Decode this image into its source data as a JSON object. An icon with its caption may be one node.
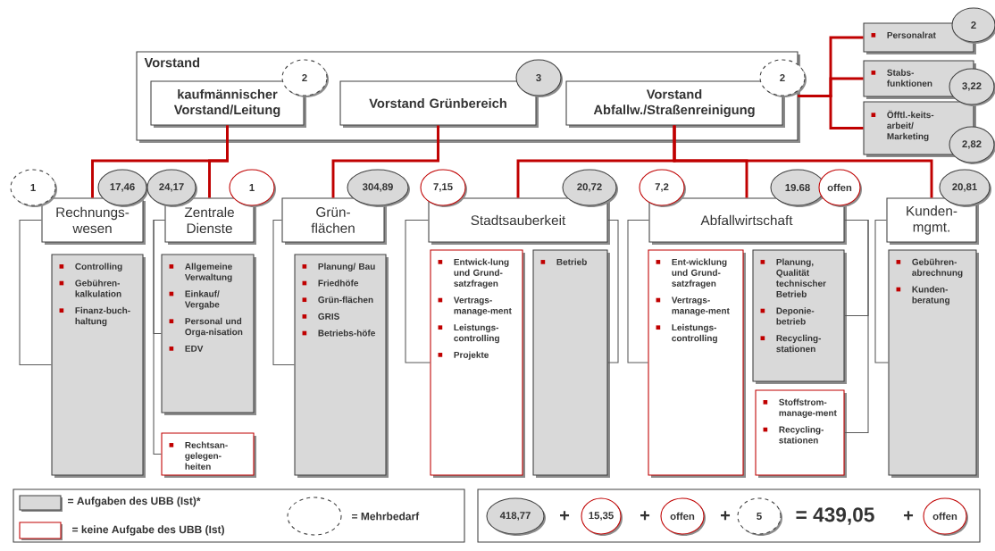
{
  "diagram": {
    "nodes": [
      {
        "text": [
          "Vorstand"
        ]
      },
      {
        "text": [
          "kaufmännischer Vorstand/Leitung"
        ],
        "in": 0
      },
      {
        "text": [
          "2"
        ],
        "in": 0
      },
      {
        "text": [
          "Vorstand Grünbereich"
        ],
        "in": 0
      },
      {
        "text": [
          "3"
        ],
        "in": 0
      },
      {
        "text": [
          "Vorstand Abfallw./Straßenreinigung"
        ],
        "in": 0
      },
      {
        "text": [
          "2"
        ]
      },
      {
        "text": [
          "Personalrat"
        ]
      },
      {
        "text": [
          "2"
        ]
      },
      {
        "text": [
          "Stabs-funktionen"
        ]
      },
      {
        "text": [
          "3,22"
        ]
      },
      {
        "text": [
          "Öfftl.-keits-arbeit/ Marketing"
        ]
      },
      {
        "text": [
          "2,82"
        ]
      },
      {
        "text": [
          "1"
        ]
      },
      {
        "text": [
          "17,46"
        ]
      },
      {
        "text": [
          "Rechnungs-wesen"
        ]
      },
      {
        "text": [
          "24,17"
        ]
      },
      {
        "text": [
          "1"
        ]
      },
      {
        "text": [
          "Zentrale Dienste"
        ]
      },
      {
        "text": [
          "Grün-flächen"
        ]
      },
      {
        "text": [
          "304,89"
        ]
      },
      {
        "text": [
          "7,15"
        ]
      },
      {
        "text": [
          "Stadtsauberkeit"
        ]
      },
      {
        "text": [
          "20,72"
        ]
      },
      {
        "text": [
          "7,2"
        ]
      },
      {
        "text": [
          "Abfallwirtschaft"
        ]
      },
      {
        "text": [
          "19.68"
        ]
      },
      {
        "text": [
          "offen"
        ]
      },
      {
        "text": [
          "Kunden-mgmt."
        ]
      },
      {
        "text": [
          "20,81"
        ]
      },
      {
        "text": [
          "Controlling",
          "Gebühren-kalkulation",
          "Finanz-buch-haltung"
        ]
      },
      {
        "text": [
          "Allgemeine Verwaltung",
          "Einkauf/ Vergabe",
          "Personal und Orga-nisation",
          "EDV"
        ]
      },
      {
        "text": [
          "Rechtsan-gelegen-heiten"
        ]
      },
      {
        "text": [
          "Planung/ Bau",
          "Friedhöfe",
          "Grün-flächen",
          "GRIS",
          "Betriebs-höfe"
        ]
      },
      {
        "text": [
          "Entwick-lung und Grund-satzfragen",
          "Vertrags-manage-ment",
          "Leistungs-controlling",
          "Projekte"
        ]
      },
      {
        "text": [
          "Betrieb"
        ]
      },
      {
        "text": [
          "Ent-wicklung und Grund-satzfragen",
          "Vertrags-manage-ment",
          "Leistungs-controlling"
        ]
      },
      {
        "text": [
          "Planung, Qualität technischer Betrieb",
          "Deponie-betrieb",
          "Recycling-stationen"
        ]
      },
      {
        "text": [
          "Stoffstrom-manage-ment",
          "Recycling-stationen"
        ]
      },
      {
        "text": [
          "Gebühren-abrechnung",
          "Kunden-beratung"
        ]
      },
      {
        "text": [
          "418,77"
        ]
      },
      {
        "text": [
          "15,35"
        ]
      },
      {
        "text": [
          "offen"
        ]
      },
      {
        "text": [
          "5"
        ]
      },
      {
        "text": [
          "offen"
        ]
      }
    ],
    "edges": [
      {
        "from": 1,
        "to": 15,
        "arrow": "none",
        "style": "thick",
        "color": "#c00000"
      },
      {
        "from": 1,
        "to": 18,
        "arrow": "none",
        "style": "thick",
        "color": "#c00000"
      },
      {
        "from": 3,
        "to": 19,
        "arrow": "none",
        "style": "thick",
        "color": "#c00000"
      },
      {
        "from": 5,
        "to": 22,
        "arrow": "none",
        "style": "thick",
        "color": "#c00000"
      },
      {
        "from": 5,
        "to": 25,
        "arrow": "none",
        "style": "thick",
        "color": "#c00000"
      },
      {
        "from": 5,
        "to": 28,
        "arrow": "none",
        "style": "thick",
        "color": "#c00000"
      },
      {
        "from": 0,
        "to": 7,
        "arrow": "none",
        "style": "thick",
        "color": "#c00000"
      },
      {
        "from": 0,
        "to": 9,
        "arrow": "none",
        "style": "thick",
        "color": "#c00000"
      },
      {
        "from": 0,
        "to": 11,
        "arrow": "none",
        "style": "thick",
        "color": "#c00000"
      },
      {
        "from": 15,
        "to": 30,
        "arrow": "none"
      },
      {
        "from": 18,
        "to": 31,
        "arrow": "none"
      },
      {
        "from": 18,
        "to": 32,
        "arrow": "none"
      },
      {
        "from": 19,
        "to": 33,
        "arrow": "none"
      },
      {
        "from": 22,
        "to": 34,
        "arrow": "none"
      },
      {
        "from": 22,
        "to": 35,
        "arrow": "none"
      },
      {
        "from": 25,
        "to": 36,
        "arrow": "none"
      },
      {
        "from": 25,
        "to": 37,
        "arrow": "none"
      },
      {
        "from": 25,
        "to": 38,
        "arrow": "none"
      },
      {
        "from": 28,
        "to": 39,
        "arrow": "none"
      }
    ],
    "labels": [
      "+",
      "+",
      "+",
      "= 439,05",
      "+"
    ],
    "legend": [
      {
        "text": "= Aufgaben des UBB (Ist)*",
        "color": "#d9d9d9"
      },
      {
        "text": "= keine Aufgabe des UBB (Ist)"
      },
      {
        "text": "= Mehrbedarf"
      }
    ]
  }
}
